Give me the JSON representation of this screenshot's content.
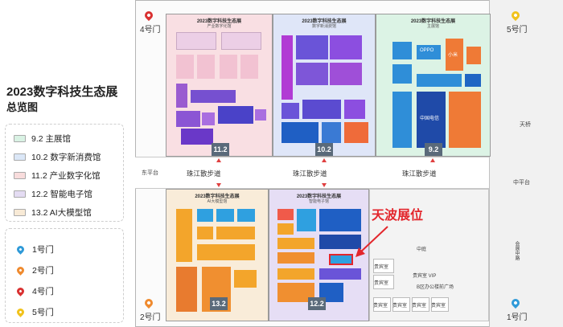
{
  "title_line1": "2023数字科技生态展",
  "title_line2": "总览图",
  "legend": [
    {
      "label": "9.2 主展馆",
      "color": "#d9f2e4"
    },
    {
      "label": "10.2 数字新消费馆",
      "color": "#dbe7f7"
    },
    {
      "label": "11.2 产业数字化馆",
      "color": "#f8dcdc"
    },
    {
      "label": "12.2 智能电子馆",
      "color": "#e4dcf3"
    },
    {
      "label": "13.2 AI大模型馆",
      "color": "#f8ead6"
    }
  ],
  "gates": [
    {
      "label": "1号门",
      "color": "#2f9ad8"
    },
    {
      "label": "2号门",
      "color": "#ef8a2e"
    },
    {
      "label": "4号门",
      "color": "#d93030"
    },
    {
      "label": "5号门",
      "color": "#f1c21b"
    }
  ],
  "halls": {
    "h11": {
      "title": "2023数字科技生态展",
      "sub": "产业数字化馆",
      "num": "11.2"
    },
    "h10": {
      "title": "2023数字科技生态展",
      "sub": "数字新消费馆",
      "num": "10.2"
    },
    "h9": {
      "title": "2023数字科技生态展",
      "sub": "主展馆",
      "num": "9.2"
    },
    "h13": {
      "title": "2023数字科技生态展",
      "sub": "AI大模型馆",
      "num": "13.2"
    },
    "h12": {
      "title": "2023数字科技生态展",
      "sub": "智能电子馆",
      "num": "12.2"
    }
  },
  "map_gates": {
    "g4": "4号门",
    "g5": "5号门",
    "g2": "2号门",
    "g1": "1号门"
  },
  "walkways": [
    "珠江散步道",
    "珠江散步道",
    "珠江散步道"
  ],
  "labels": {
    "east_platform": "东平台",
    "tianqiao": "天桥",
    "zhongpingtai": "中平台",
    "yinbin": "会展中路",
    "stall_callout": "天波展位",
    "zhongting": "中庭",
    "guibin1": "贵宾室",
    "guibin2": "贵宾室",
    "guibin_vip": "贵宾室 VIP",
    "bqu": "B区办公楼前广场",
    "gb_a": "贵宾室",
    "gb_b": "贵宾室",
    "gb_c": "贵宾室",
    "gb_d": "贵宾室",
    "zhongguo_dianxin": "中国电信",
    "oppo": "OPPO",
    "xiaomi": "小米"
  }
}
